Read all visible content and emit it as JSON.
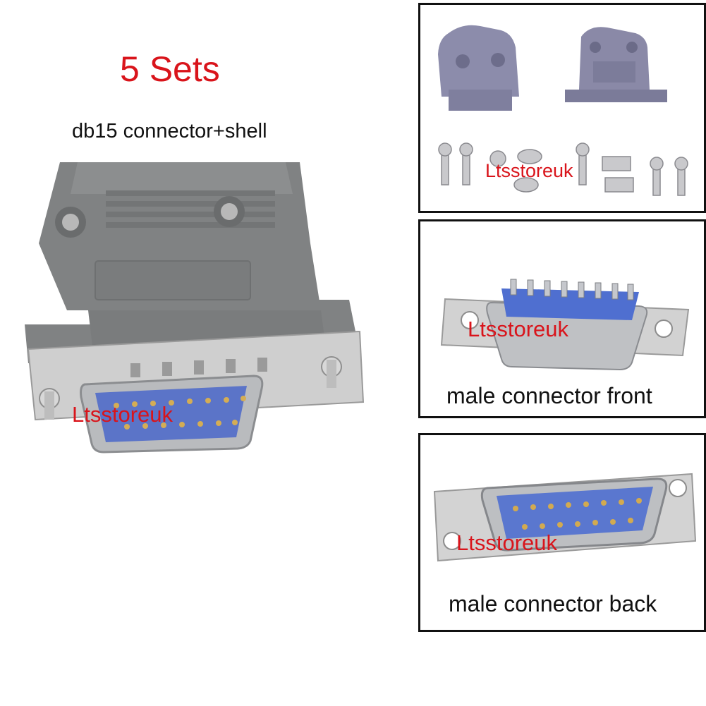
{
  "headline": "5 Sets",
  "subtitle": "db15 connector+shell",
  "watermark": "Ltsstoreuk",
  "panels": [
    {
      "caption": ""
    },
    {
      "caption": "male connector front"
    },
    {
      "caption": "male connector back"
    }
  ],
  "colors": {
    "text_red": "#d9141b",
    "shell_gray": "#7d7f80",
    "shell_purple": "#8b8aa8",
    "metal": "#c9c9c9",
    "insulator_blue": "#4f6fd0",
    "pin_gold": "#c9a24a",
    "frame": "#111111"
  }
}
